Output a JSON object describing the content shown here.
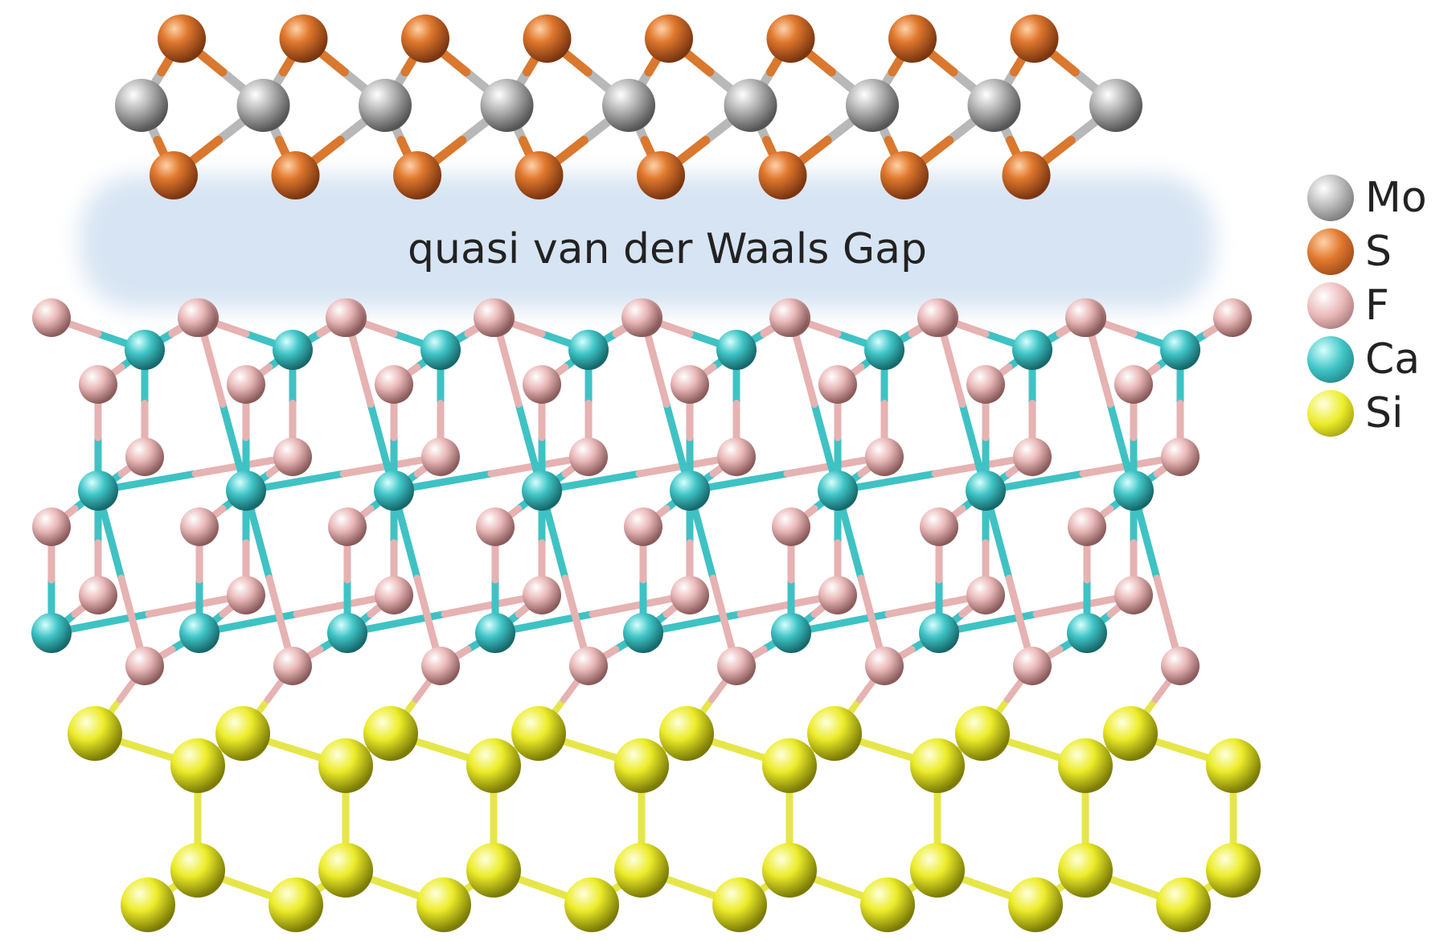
{
  "figure": {
    "gap_label": "quasi van der Waals Gap"
  },
  "legend": [
    {
      "symbol": "Mo",
      "color": "#a6a6a6"
    },
    {
      "symbol": "S",
      "color": "#d96f2a"
    },
    {
      "symbol": "F",
      "color": "#e8b3b3"
    },
    {
      "symbol": "Ca",
      "color": "#3fc2c4"
    },
    {
      "symbol": "Si",
      "color": "#e8e82a"
    }
  ],
  "colors": {
    "gap_band": "#d7e4f3",
    "mo_s_bond_light": "#c8c8c8",
    "si_bond": "#e6e64a"
  }
}
